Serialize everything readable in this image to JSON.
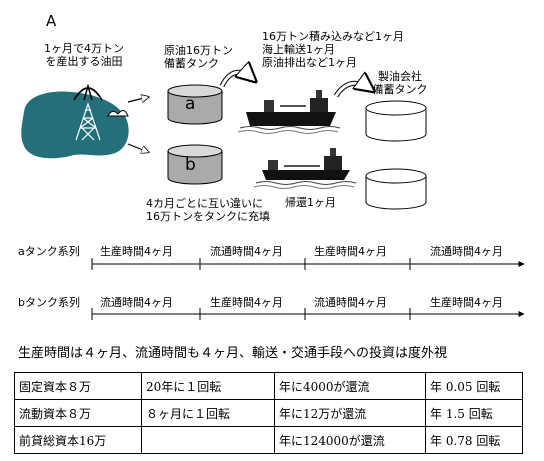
{
  "figure": {
    "panel_letter": "A",
    "oilfield_label": [
      "1ヶ月で4万トン",
      "を産出する油田"
    ],
    "reserve_tank_label": [
      "原油16万トン",
      "備蓄タンク"
    ],
    "tank_a": "a",
    "tank_b": "b",
    "shipping_label": [
      "16万トン積み込みなど1ヶ月",
      "海上輸送1ヶ月",
      "原油排出など1ヶ月"
    ],
    "refinery_label": [
      "製油会社",
      "備蓄タンク"
    ],
    "fill_label": [
      "4カ月ごとに互い違いに",
      "16万トンをタンクに充填"
    ],
    "return_label": "帰還1ヶ月"
  },
  "timelines": [
    {
      "name": "aタンク系列",
      "segments": [
        "生産時間4ヶ月",
        "流通時間4ヶ月",
        "生産時間4ヶ月",
        "流通時間4ヶ月"
      ]
    },
    {
      "name": "bタンク系列",
      "segments": [
        "流通時間4ヶ月",
        "生産時間4ヶ月",
        "流通時間4ヶ月",
        "生産時間4ヶ月"
      ]
    }
  ],
  "summary": "生産時間は４ヶ月、流通時間も４ヶ月、輸送・交通手段への投資は度外視",
  "table": [
    [
      "固定資本８万",
      "20年に１回転",
      "年に4000が還流",
      "年 0.05 回転"
    ],
    [
      "流動資本８万",
      "８ヶ月に１回転",
      "年に12万が還流",
      "年 1.5 回転"
    ],
    [
      "前貸総資本16万",
      "",
      "年に124000が還流",
      "年 0.78 回転"
    ]
  ]
}
